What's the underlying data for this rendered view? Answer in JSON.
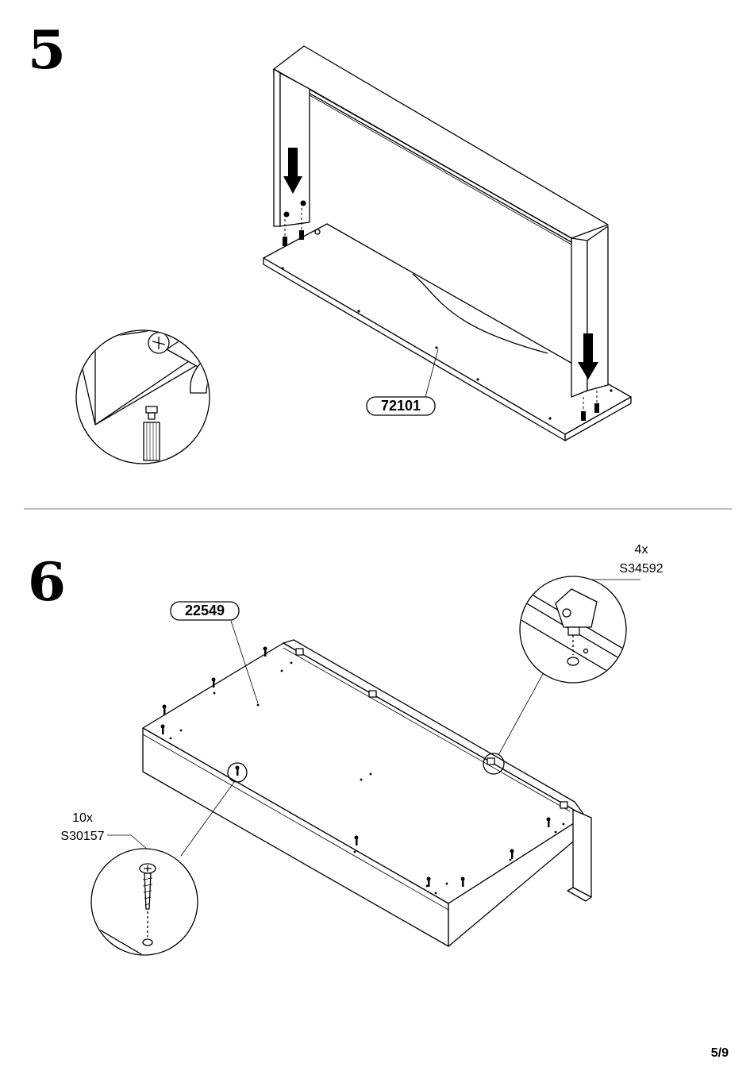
{
  "steps": [
    {
      "number": "5",
      "part_label": "72101"
    },
    {
      "number": "6",
      "part_label": "22549",
      "hardware": [
        {
          "quantity": "4x",
          "code": "S34592",
          "icon": "cam-lock-icon"
        },
        {
          "quantity": "10x",
          "code": "S30157",
          "icon": "screw-icon"
        }
      ]
    }
  ],
  "footer": {
    "page": "5/9"
  },
  "colors": {
    "line": "#000000",
    "background": "#ffffff",
    "divider": "#808080"
  }
}
